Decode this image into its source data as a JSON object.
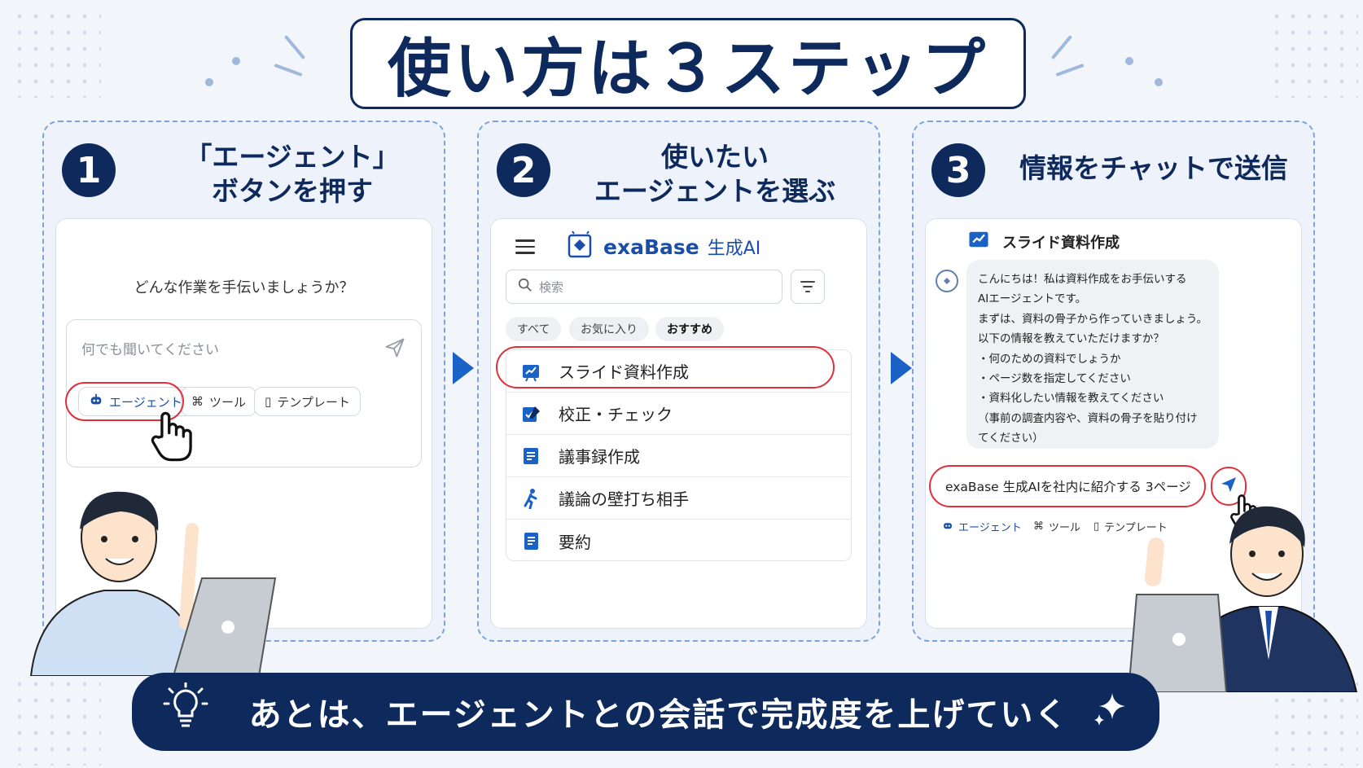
{
  "title": "使い方は３ステップ",
  "steps": [
    {
      "num": "1",
      "title_lines": [
        "「エージェント」",
        "ボタンを押す"
      ]
    },
    {
      "num": "2",
      "title_lines": [
        "使いたい",
        "エージェントを選ぶ"
      ]
    },
    {
      "num": "3",
      "title_lines": [
        "情報をチャットで送信"
      ]
    }
  ],
  "panel1": {
    "question": "どんな作業を手伝いましょうか？",
    "input_placeholder": "何でも聞いてください",
    "chips": {
      "agent": "エージェント",
      "tool": "ツール",
      "template": "テンプレート"
    }
  },
  "panel2": {
    "brand_name": "exaBase",
    "brand_suffix": "生成AI",
    "search_placeholder": "検索",
    "tabs": [
      "すべて",
      "お気に入り",
      "おすすめ"
    ],
    "agents": [
      "スライド資料作成",
      "校正・チェック",
      "議事録作成",
      "議論の壁打ち相手",
      "要約"
    ]
  },
  "panel3": {
    "agent_name": "スライド資料作成",
    "bot_message_lines": [
      "こんにちは！私は資料作成をお手伝いする",
      "AIエージェントです。",
      "まずは、資料の骨子から作っていきましょう。",
      "以下の情報を教えていただけますか？",
      "・何のための資料でしょうか",
      "・ページ数を指定してください",
      "・資料化したい情報を教えてください",
      "（事前の調査内容や、資料の骨子を貼り付け",
      "てください）"
    ],
    "input_value": "exaBase 生成AIを社内に紹介する 3ページ",
    "chips": {
      "agent": "エージェント",
      "tool": "ツール",
      "template": "テンプレート"
    }
  },
  "banner": "あとは、エージェントとの会話で完成度を上げていく",
  "colors": {
    "navy": "#0e2a5c",
    "accent_blue": "#1a62c6",
    "highlight_red": "#e0303b"
  },
  "icons": [
    "lightbulb-icon",
    "sparkle-icon",
    "send-icon",
    "search-icon",
    "filter-icon",
    "menu-icon",
    "robot-icon",
    "pointer-hand-icon"
  ]
}
